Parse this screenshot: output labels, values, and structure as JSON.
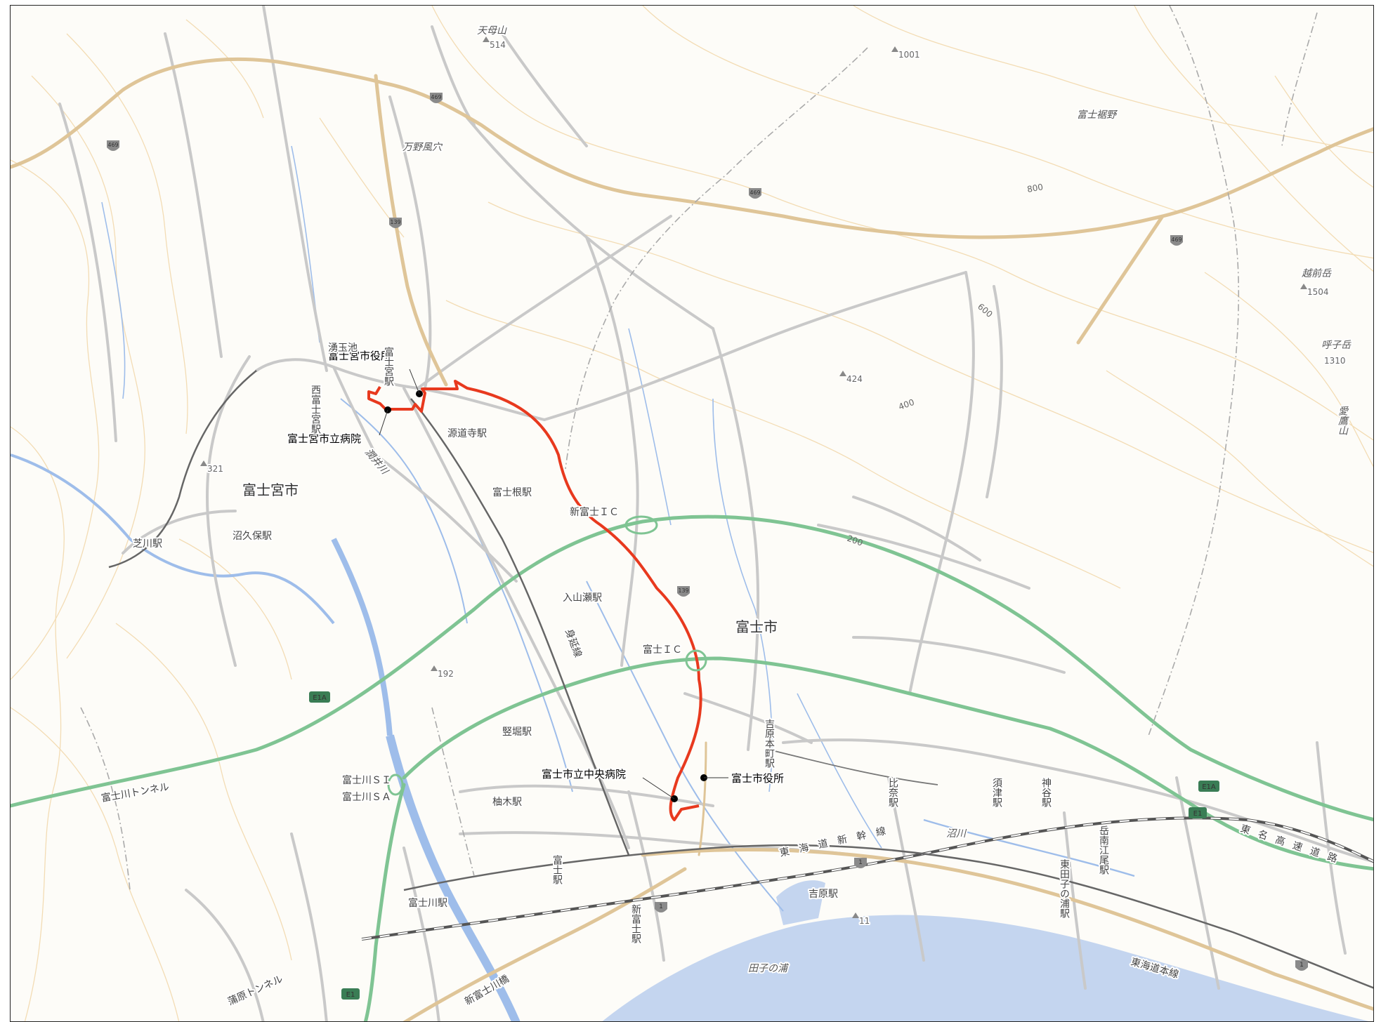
{
  "map": {
    "colors": {
      "background": "#fdfcf8",
      "contour": "#f3dcb4",
      "river": "#9ebdea",
      "sea": "#c4d5ef",
      "road": "#c9c9c9",
      "national_route": "#dfc598",
      "expressway": "#7fc493",
      "railway": "#555555",
      "route": "#e8391e",
      "marker": "#000000"
    },
    "markers": [
      {
        "id": "fujinomiya-city-hall",
        "label": "富士宮市役所"
      },
      {
        "id": "fujinomiya-hospital",
        "label": "富士宮市立病院"
      },
      {
        "id": "fuji-central-hospital",
        "label": "富士市立中央病院"
      },
      {
        "id": "fuji-city-hall",
        "label": "富士市役所"
      }
    ],
    "cities": [
      {
        "id": "fujinomiya-shi",
        "label": "富士宮市"
      },
      {
        "id": "fuji-shi",
        "label": "富士市"
      }
    ],
    "stations": [
      {
        "id": "genchoji",
        "label": "源道寺駅"
      },
      {
        "id": "fujine",
        "label": "富士根駅"
      },
      {
        "id": "shibakawa",
        "label": "芝川駅"
      },
      {
        "id": "numakubo",
        "label": "沼久保駅"
      },
      {
        "id": "iriyamase",
        "label": "入山瀬駅"
      },
      {
        "id": "tatebori",
        "label": "竪堀駅"
      },
      {
        "id": "yunoki",
        "label": "柚木駅"
      },
      {
        "id": "fujikawa",
        "label": "富士川駅"
      },
      {
        "id": "fuji",
        "label": "富士駅"
      },
      {
        "id": "shin-fuji",
        "label": "新富士駅"
      },
      {
        "id": "yoshiwara",
        "label": "吉原駅"
      },
      {
        "id": "yoshiwara-honcho",
        "label": "吉原本町駅"
      },
      {
        "id": "hina",
        "label": "比奈駅"
      },
      {
        "id": "suzukawa",
        "label": "須津駅"
      },
      {
        "id": "jinya",
        "label": "神谷駅"
      },
      {
        "id": "gakunan-enoo",
        "label": "岳南江尾駅"
      },
      {
        "id": "nishi-fujinomiya",
        "label": "西富士宮駅"
      },
      {
        "id": "fujinomiya",
        "label": "富士宮駅"
      },
      {
        "id": "higashi-tagonoura",
        "label": "東田子の浦駅"
      }
    ],
    "places": [
      {
        "id": "amagoyama",
        "label": "天母山"
      },
      {
        "id": "manno-fuketsu",
        "label": "万野風穴"
      },
      {
        "id": "fuji-susono",
        "label": "富士裾野"
      },
      {
        "id": "echizendake",
        "label": "越前岳"
      },
      {
        "id": "yobukodake",
        "label": "呼子岳"
      },
      {
        "id": "ashitakayama",
        "label": "愛鷹山"
      },
      {
        "id": "wakutamaike",
        "label": "湧玉池"
      },
      {
        "id": "uruigawa",
        "label": "潤井川"
      },
      {
        "id": "numakawa",
        "label": "沼川"
      },
      {
        "id": "tagonoura",
        "label": "田子の浦"
      },
      {
        "id": "minobu-line",
        "label": "身延線"
      },
      {
        "id": "tokaido-shinkansen",
        "label": "東海道新幹線"
      },
      {
        "id": "tokaido-line",
        "label": "東海道本線"
      },
      {
        "id": "tomei-expressway",
        "label": "東名高速道路"
      },
      {
        "id": "fujikawa-tunnel",
        "label": "富士川トンネル"
      },
      {
        "id": "kanbara-tunnel",
        "label": "蒲原トンネル"
      },
      {
        "id": "shin-fujikawa-bridge",
        "label": "新富士川橋"
      },
      {
        "id": "shin-fuji-ic",
        "label": "新富士ＩＣ"
      },
      {
        "id": "fuji-ic",
        "label": "富士ＩＣ"
      },
      {
        "id": "fujikawa-si",
        "label": "富士川ＳＩ"
      },
      {
        "id": "fujikawa-sa",
        "label": "富士川ＳＡ"
      }
    ],
    "elevations": [
      {
        "id": "e514",
        "label": "514"
      },
      {
        "id": "e1001",
        "label": "1001"
      },
      {
        "id": "e1504",
        "label": "1504"
      },
      {
        "id": "e1310",
        "label": "1310"
      },
      {
        "id": "e424",
        "label": "424"
      },
      {
        "id": "e321",
        "label": "321"
      },
      {
        "id": "e192",
        "label": "192"
      },
      {
        "id": "e11",
        "label": "11"
      },
      {
        "id": "c800",
        "label": "800"
      },
      {
        "id": "c600",
        "label": "600"
      },
      {
        "id": "c400",
        "label": "400"
      },
      {
        "id": "c200",
        "label": "200"
      }
    ],
    "route_shields": [
      {
        "id": "r469a",
        "label": "469"
      },
      {
        "id": "r469b",
        "label": "469"
      },
      {
        "id": "r469c",
        "label": "469"
      },
      {
        "id": "r469d",
        "label": "469"
      },
      {
        "id": "r139",
        "label": "139"
      },
      {
        "id": "r139b",
        "label": "139"
      },
      {
        "id": "r1",
        "label": "1"
      },
      {
        "id": "r1b",
        "label": "1"
      },
      {
        "id": "r1c",
        "label": "1"
      },
      {
        "id": "e1a-west",
        "label": "E1A"
      },
      {
        "id": "e1a-east",
        "label": "E1A"
      },
      {
        "id": "e1-east",
        "label": "E1"
      },
      {
        "id": "e1-south",
        "label": "E1"
      }
    ]
  }
}
